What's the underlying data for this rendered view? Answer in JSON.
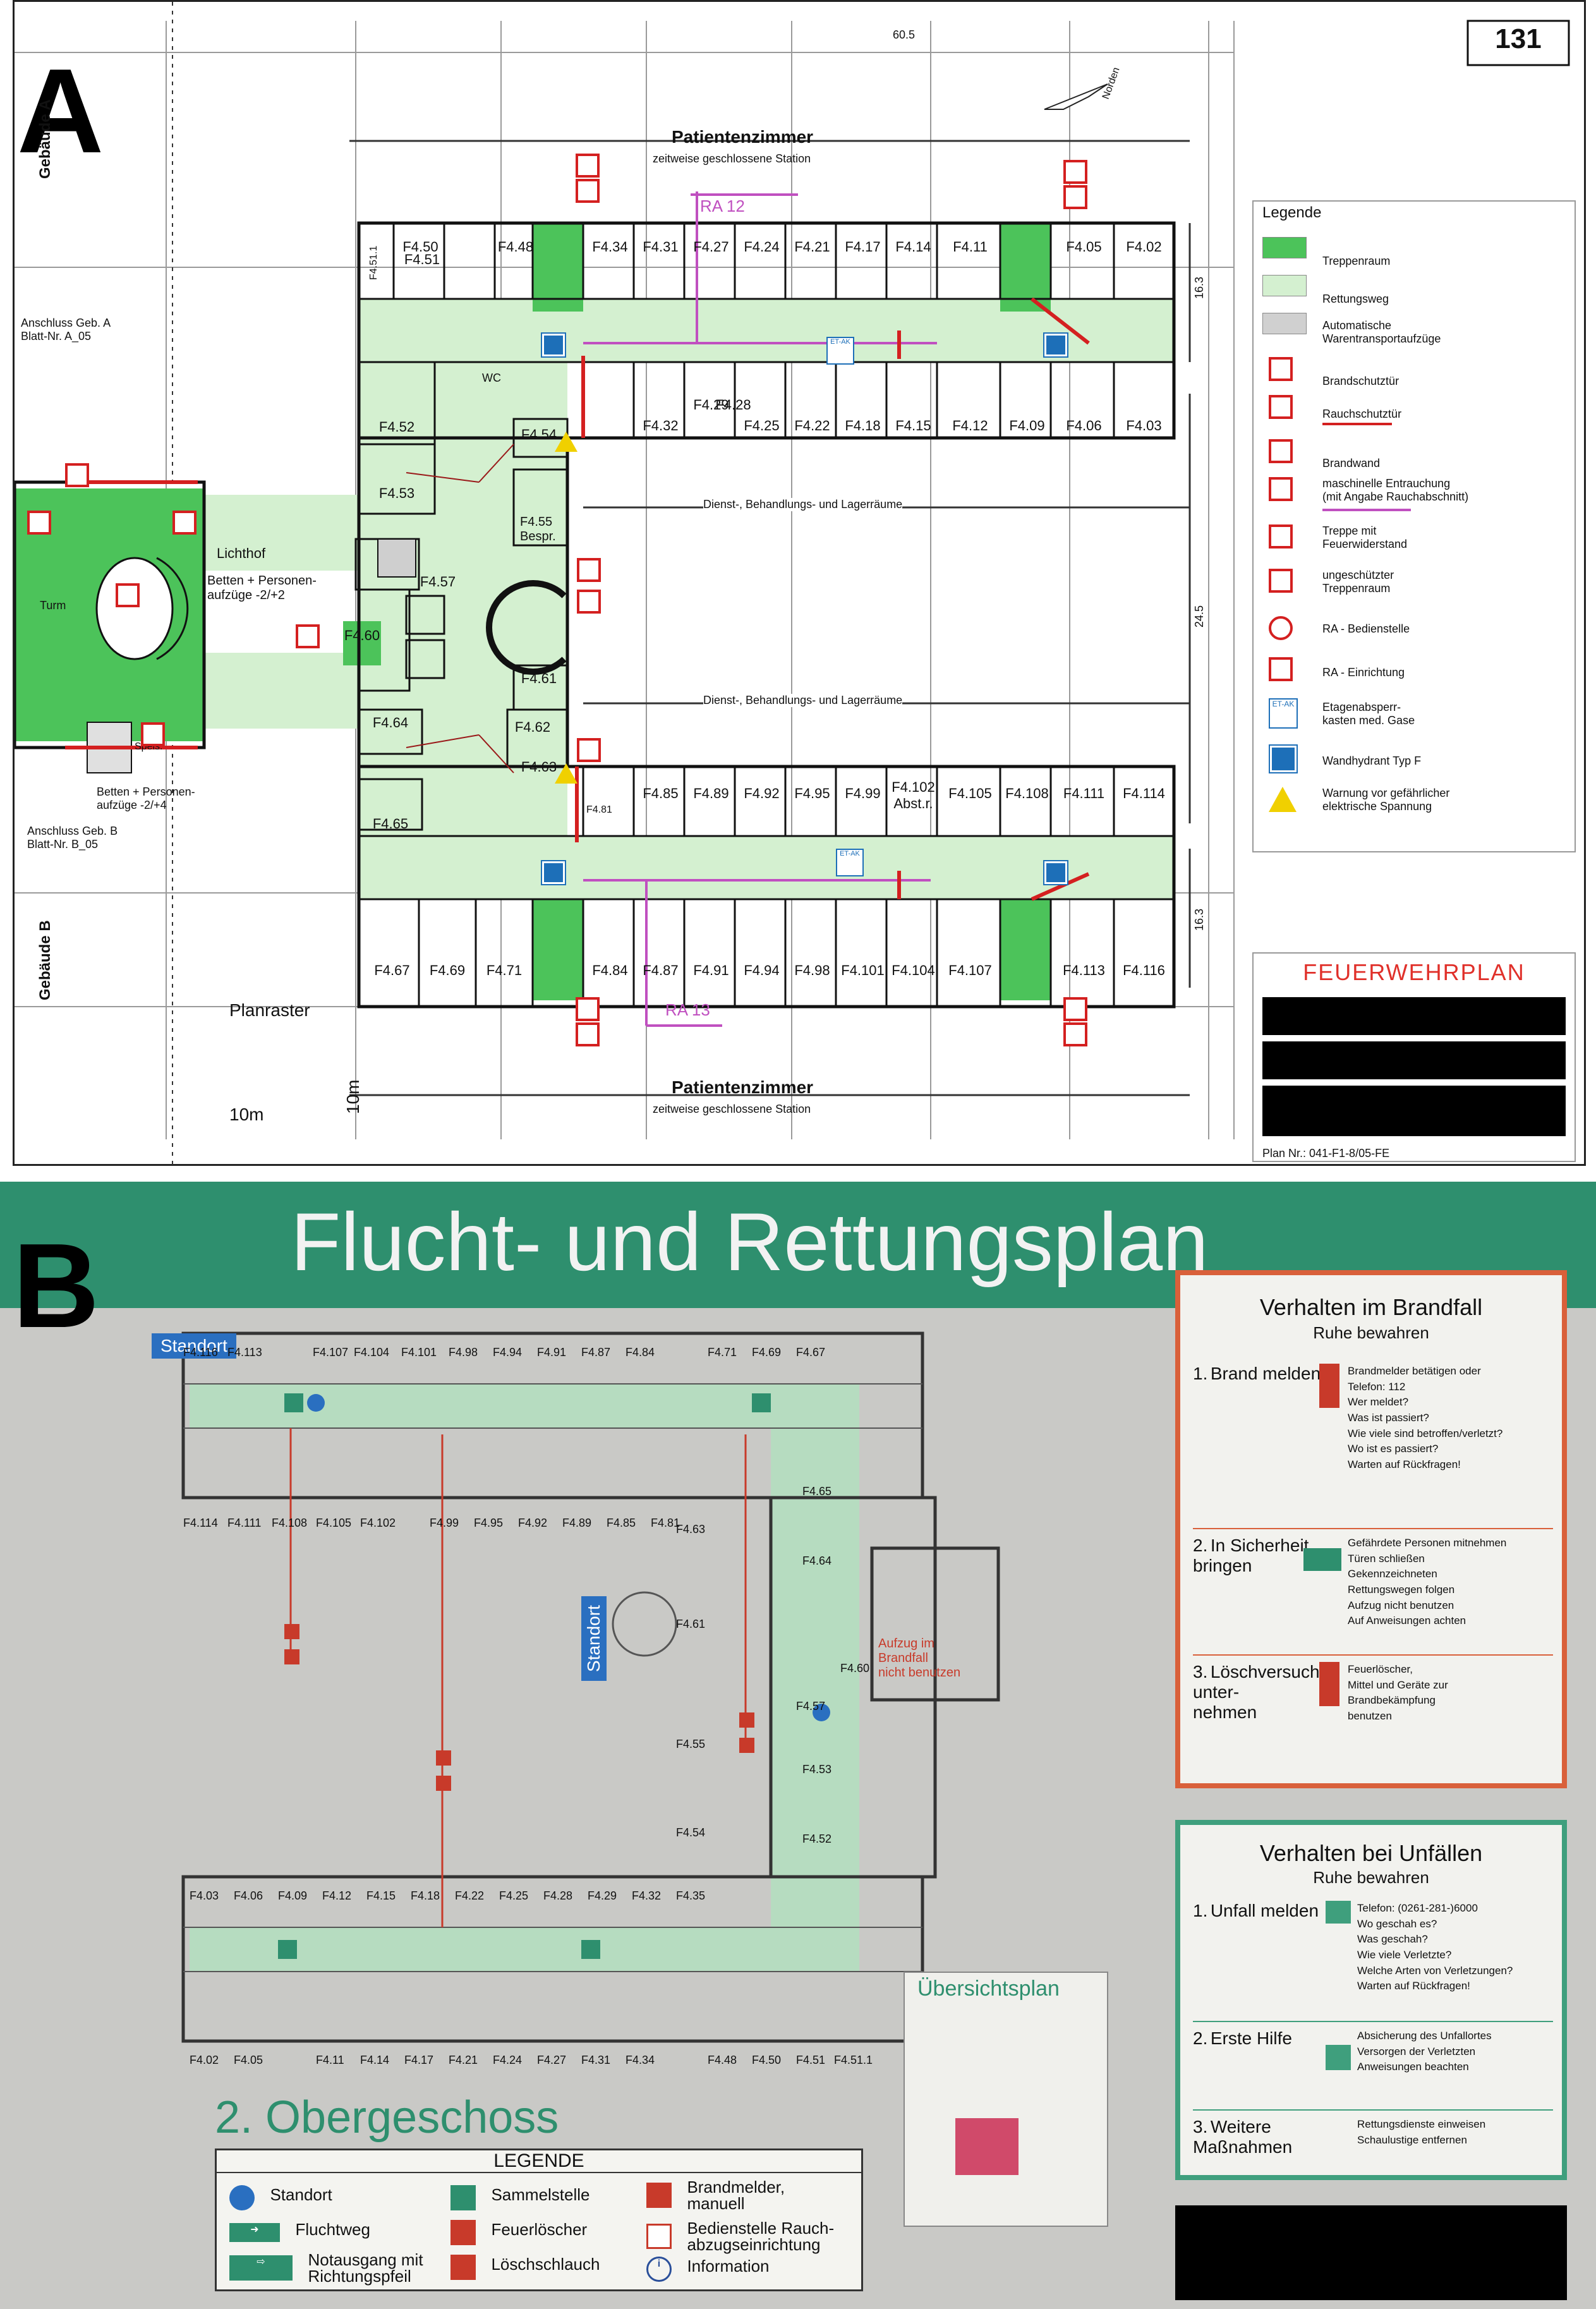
{
  "panelA": {
    "letter": "A",
    "plan_number": "131",
    "top_dimension": "60.5",
    "north_label": "Norden",
    "building_a": "Gebäude A",
    "building_b": "Gebäude B",
    "anschluss_a": "Anschluss Geb. A\nBlatt-Nr. A_05",
    "anschluss_b": "Anschluss Geb. B\nBlatt-Nr. B_05",
    "header_top": "Patientenzimmer",
    "header_top_sub": "zeitweise geschlossene Station",
    "header_bottom": "Patientenzimmer",
    "header_bottom_sub": "zeitweise geschlossene Station",
    "service_top": "Dienst-, Behandlungs- und Lagerräume",
    "service_bottom": "Dienst-, Behandlungs- und Lagerräume",
    "ra_top": "RA 12",
    "ra_bottom": "RA 13",
    "planraster": "Planraster",
    "scale_h": "10m",
    "scale_v": "10m",
    "dim_right_1": "16.3",
    "dim_right_2": "24.5",
    "dim_right_3": "16.3",
    "lichthof": "Lichthof",
    "turm": "Turm",
    "aufzuege_top": "Betten + Personen-\naufzüge -2/+2",
    "aufzuege_bottom": "Betten + Personen-\naufzüge -2/+4",
    "speise": "Speis.",
    "f455": "F4.55\nBespr.",
    "wc": "WC",
    "rooms_top_row": [
      "F4.50",
      "F4.48",
      "F4.34",
      "F4.31",
      "F4.27",
      "F4.24",
      "F4.21",
      "F4.17",
      "F4.14",
      "F4.11",
      "F4.05",
      "F4.02"
    ],
    "rooms_top_row2": [
      "F4.32",
      "F4.29",
      "F4.28",
      "F4.25",
      "F4.22",
      "F4.18",
      "F4.15",
      "F4.12",
      "F4.09",
      "F4.06",
      "F4.03"
    ],
    "rooms_center": [
      "F4.51.1",
      "F4.51",
      "F4.52",
      "F4.53",
      "F4.54",
      "F4.57",
      "F4.60",
      "F4.61",
      "F4.62",
      "F4.63",
      "F4.64",
      "F4.65"
    ],
    "rooms_bottom_row1": [
      "F4.81",
      "F4.85",
      "F4.89",
      "F4.92",
      "F4.95",
      "F4.99",
      "F4.102\nAbst.r.",
      "F4.105",
      "F4.108",
      "F4.111",
      "F4.114"
    ],
    "rooms_bottom_row2": [
      "F4.67",
      "F4.69",
      "F4.71",
      "F4.84",
      "F4.87",
      "F4.91",
      "F4.94",
      "F4.98",
      "F4.101",
      "F4.104",
      "F4.107",
      "F4.113",
      "F4.116"
    ],
    "legend_title": "Legende",
    "legend": [
      {
        "label": "Treppenraum",
        "icon": "green-swatch"
      },
      {
        "label": "Rettungsweg",
        "icon": "light-green-swatch"
      },
      {
        "label": "Automatische\nWarentransportaufzüge",
        "icon": "grey-swatch"
      },
      {
        "label": "Brandschutztür",
        "icon": "fire-door-icon"
      },
      {
        "label": "Rauchschutztür",
        "icon": "smoke-door-icon"
      },
      {
        "label": "Brandwand",
        "icon": "fire-wall-icon"
      },
      {
        "label": "maschinelle Entrauchung\n(mit Angabe Rauchabschnitt)",
        "icon": "smoke-extraction-icon"
      },
      {
        "label": "Treppe mit\nFeuerwiderstand",
        "icon": "stair-icon"
      },
      {
        "label": "ungeschützter\nTreppenraum",
        "icon": "unprotected-stair-icon"
      },
      {
        "label": "RA - Bedienstelle",
        "icon": "ra-control-icon"
      },
      {
        "label": "RA - Einrichtung",
        "icon": "ra-device-icon"
      },
      {
        "label": "Etagenabsperr-\nkasten med. Gase",
        "icon": "gas-shutoff-icon"
      },
      {
        "label": "Wandhydrant Typ F",
        "icon": "hydrant-icon"
      },
      {
        "label": "Warnung vor gefährlicher\nelektrische Spannung",
        "icon": "voltage-warning-icon"
      }
    ],
    "feuerwehrplan": "FEUERWEHRPLAN",
    "plan_nr": "Plan Nr.: 041-F1-8/05-FE",
    "colors": {
      "green": "#4cc35a",
      "light_green": "#d4f0d0",
      "red": "#d42020",
      "magenta": "#c050c0"
    }
  },
  "panelB": {
    "letter": "B",
    "title": "Flucht- und Rettungsplan",
    "standort_top": "Standort",
    "standort_mid": "Standort",
    "floor": "2. Obergeschoss",
    "aufzug_note": "Aufzug im\nBrandfall\nnicht benutzen",
    "rooms_top": [
      "F4.116",
      "F4.113",
      "F4.107",
      "F4.104",
      "F4.101",
      "F4.98",
      "F4.94",
      "F4.91",
      "F4.87",
      "F4.84",
      "F4.71",
      "F4.69",
      "F4.67"
    ],
    "rooms_top2": [
      "F4.114",
      "F4.111",
      "F4.108",
      "F4.105",
      "F4.102",
      "F4.99",
      "F4.95",
      "F4.92",
      "F4.89",
      "F4.85",
      "F4.81"
    ],
    "rooms_mid": [
      "F4.65",
      "F4.64",
      "F4.63",
      "F4.61",
      "F4.60",
      "F4.57",
      "F4.55",
      "F4.54",
      "F4.53",
      "F4.52"
    ],
    "rooms_bottom": [
      "F4.03",
      "F4.06",
      "F4.09",
      "F4.12",
      "F4.15",
      "F4.18",
      "F4.22",
      "F4.25",
      "F4.28",
      "F4.29",
      "F4.32",
      "F4.35"
    ],
    "rooms_bottom2": [
      "F4.02",
      "F4.05",
      "F4.11",
      "F4.14",
      "F4.17",
      "F4.21",
      "F4.24",
      "F4.27",
      "F4.31",
      "F4.34",
      "F4.48",
      "F4.50",
      "F4.51",
      "F4.51.1"
    ],
    "legend_title": "LEGENDE",
    "legend": [
      {
        "label": "Standort",
        "icon": "location-dot-icon"
      },
      {
        "label": "Fluchtweg",
        "icon": "escape-arrow-icon"
      },
      {
        "label": "Notausgang mit\nRichtungspfeil",
        "icon": "emergency-exit-icon"
      },
      {
        "label": "Sammelstelle",
        "icon": "assembly-point-icon"
      },
      {
        "label": "Feuerlöscher",
        "icon": "extinguisher-icon"
      },
      {
        "label": "Löschschlauch",
        "icon": "fire-hose-icon"
      },
      {
        "label": "Brandmelder,\nmanuell",
        "icon": "fire-alarm-icon"
      },
      {
        "label": "Bedienstelle Rauch-\nabzugseinrichtung",
        "icon": "smoke-vent-icon"
      },
      {
        "label": "Information",
        "icon": "info-icon"
      }
    ],
    "uebersicht": "Übersichtsplan",
    "fire_box": {
      "title": "Verhalten im Brandfall",
      "subtitle": "Ruhe bewahren",
      "steps": [
        {
          "num": "1.",
          "title": "Brand melden",
          "text": "Brandmelder betätigen oder\nTelefon:   112\nWer meldet?\nWas ist passiert?\nWie viele sind betroffen/verletzt?\nWo ist es passiert?\nWarten auf Rückfragen!"
        },
        {
          "num": "2.",
          "title": "In Sicherheit\nbringen",
          "text": "Gefährdete Personen mitnehmen\nTüren schließen\nGekennzeichneten\nRettungswegen folgen\nAufzug nicht benutzen\nAuf Anweisungen achten"
        },
        {
          "num": "3.",
          "title": "Löschversuch\nunter-\nnehmen",
          "text": "Feuerlöscher,\nMittel und Geräte zur\nBrandbekämpfung\nbenutzen"
        }
      ]
    },
    "accident_box": {
      "title": "Verhalten bei Unfällen",
      "subtitle": "Ruhe bewahren",
      "steps": [
        {
          "num": "1.",
          "title": "Unfall melden",
          "text": "Telefon:  (0261-281-)6000\nWo geschah es?\nWas geschah?\nWie viele Verletzte?\nWelche Arten von Verletzungen?\nWarten auf Rückfragen!"
        },
        {
          "num": "2.",
          "title": "Erste Hilfe",
          "text": "Absicherung des Unfallortes\nVersorgen der Verletzten\nAnweisungen beachten"
        },
        {
          "num": "3.",
          "title": "Weitere\nMaßnahmen",
          "text": "Rettungsdienste einweisen\nSchaulustige entfernen"
        }
      ]
    },
    "colors": {
      "header": "#2e8f6e",
      "fire_border": "#d9603a",
      "accident_border": "#3f9f7d",
      "escape_green": "#b6dcc0",
      "sign_red": "#c83a2a"
    }
  }
}
